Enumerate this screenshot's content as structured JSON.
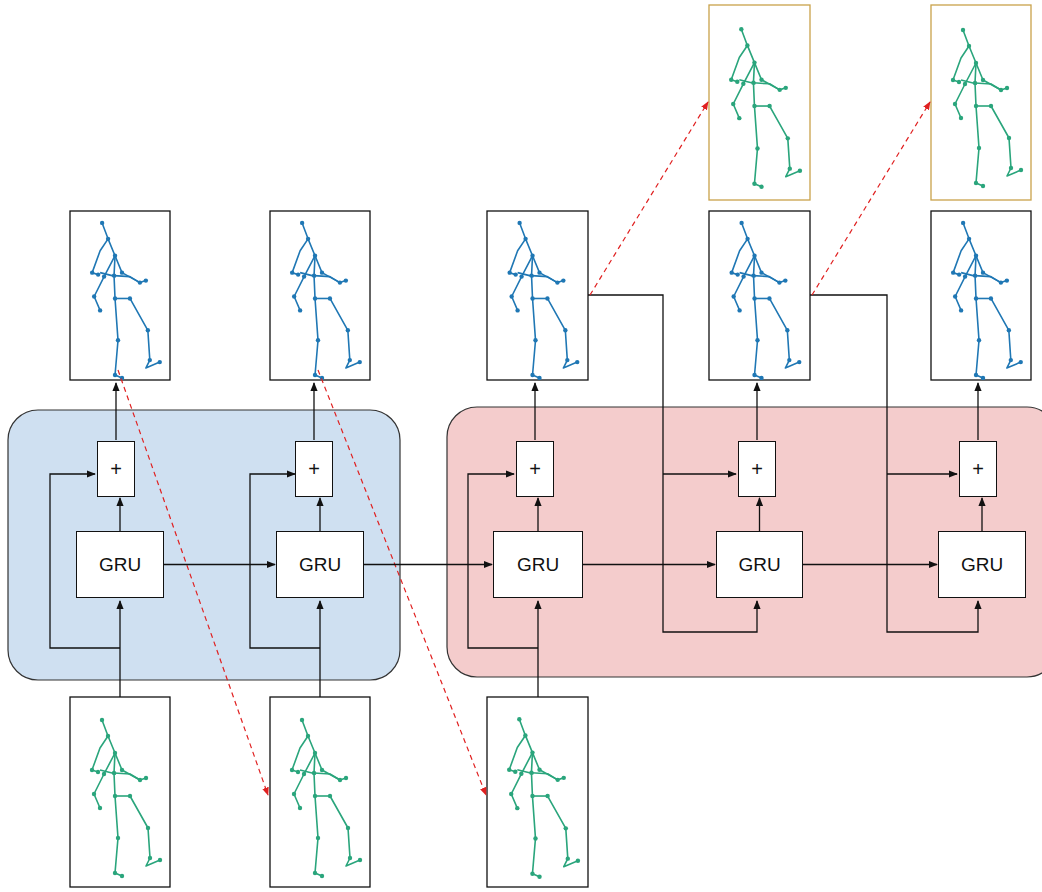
{
  "diagram": {
    "nodes": [
      {
        "text": [
          "+"
        ]
      },
      {
        "text": [
          "+"
        ]
      },
      {
        "text": [
          "+"
        ]
      },
      {
        "text": [
          "+"
        ]
      },
      {
        "text": [
          "+"
        ]
      },
      {
        "text": [
          "GRU"
        ]
      },
      {
        "text": [
          "GRU"
        ]
      },
      {
        "text": [
          "GRU"
        ]
      },
      {
        "text": [
          "GRU"
        ]
      },
      {
        "text": [
          "GRU"
        ]
      }
    ],
    "edges": [
      {
        "from": 5,
        "to": 0,
        "arrow": "to"
      },
      {
        "from": 6,
        "to": 1,
        "arrow": "to"
      },
      {
        "from": 7,
        "to": 2,
        "arrow": "to"
      },
      {
        "from": 8,
        "to": 3,
        "arrow": "to"
      },
      {
        "from": 9,
        "to": 4,
        "arrow": "to"
      },
      {
        "from": 5,
        "to": 6,
        "arrow": "to"
      },
      {
        "from": 6,
        "to": 7,
        "arrow": "to"
      },
      {
        "from": 7,
        "to": 8,
        "arrow": "to"
      },
      {
        "from": 8,
        "to": 9,
        "arrow": "to"
      }
    ]
  }
}
